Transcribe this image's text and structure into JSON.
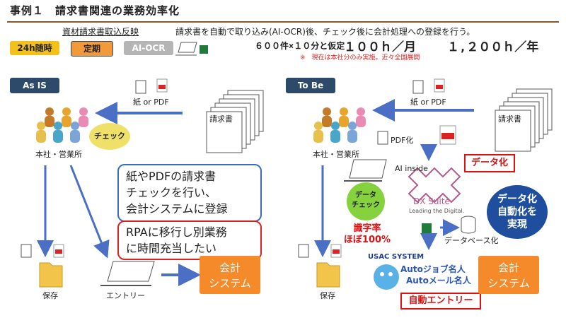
{
  "header": {
    "title": "事例１　請求書関連の業務効率化",
    "subtitle_left": "資材請求書取込反映",
    "description": "請求書を自動で取り込み(AI-OCR)後、チェック後に会計処理への登録を行う。",
    "calc": "６００件×１０分と仮定",
    "hours_month": "１００ｈ／月",
    "hours_year": "１,２００ｈ／年",
    "note": "※　現在は本社分のみ実施。近々全国展開",
    "tags": {
      "t24h": "24h随時",
      "teiki": "定期",
      "aiocr": "AI-OCR"
    }
  },
  "asis": {
    "badge": "As IS",
    "paper_pdf": "紙 or PDF",
    "invoice": "請求書",
    "office": "本社・営業所",
    "check": "チェック",
    "box_blue_1": "紙やPDFの請求書",
    "box_blue_2": "チェックを行い、",
    "box_blue_3": "会計システムに登録",
    "box_red_1": "RPAに移行し別業務",
    "box_red_2": "に時間充当したい",
    "save": "保存",
    "entry": "エントリー",
    "acct_1": "会計",
    "acct_2": "システム"
  },
  "tobe": {
    "badge": "To Be",
    "paper_pdf": "紙 or PDF",
    "invoice": "請求書",
    "office": "本社・営業所",
    "pdf_conv": "PDF化",
    "ai_inside": "AI inside",
    "data_conv": "データ化",
    "dx_suite": "DX Suite",
    "dx_tag": "Leading the Digital.",
    "data_check_1": "データ",
    "data_check_2": "チェック",
    "accuracy_1": "識字率",
    "accuracy_2": "ほぼ100%",
    "db": "データベース化",
    "auto_1": "データ化",
    "auto_2": "自動化を",
    "auto_3": "実現",
    "usac": "USAC SYSTEM",
    "auto_shop": "Autoジョブ名人",
    "auto_mail": "Autoメール名人",
    "auto_entry": "自動エントリー",
    "save": "保存",
    "acct_1": "会計",
    "acct_2": "システム"
  },
  "colors": {
    "blue_arrow": "#4a6fc4",
    "badge": "#2e4a6b",
    "orange": "#f58a2a",
    "red": "#dd1111",
    "accent_line": "#8a5a2e"
  }
}
